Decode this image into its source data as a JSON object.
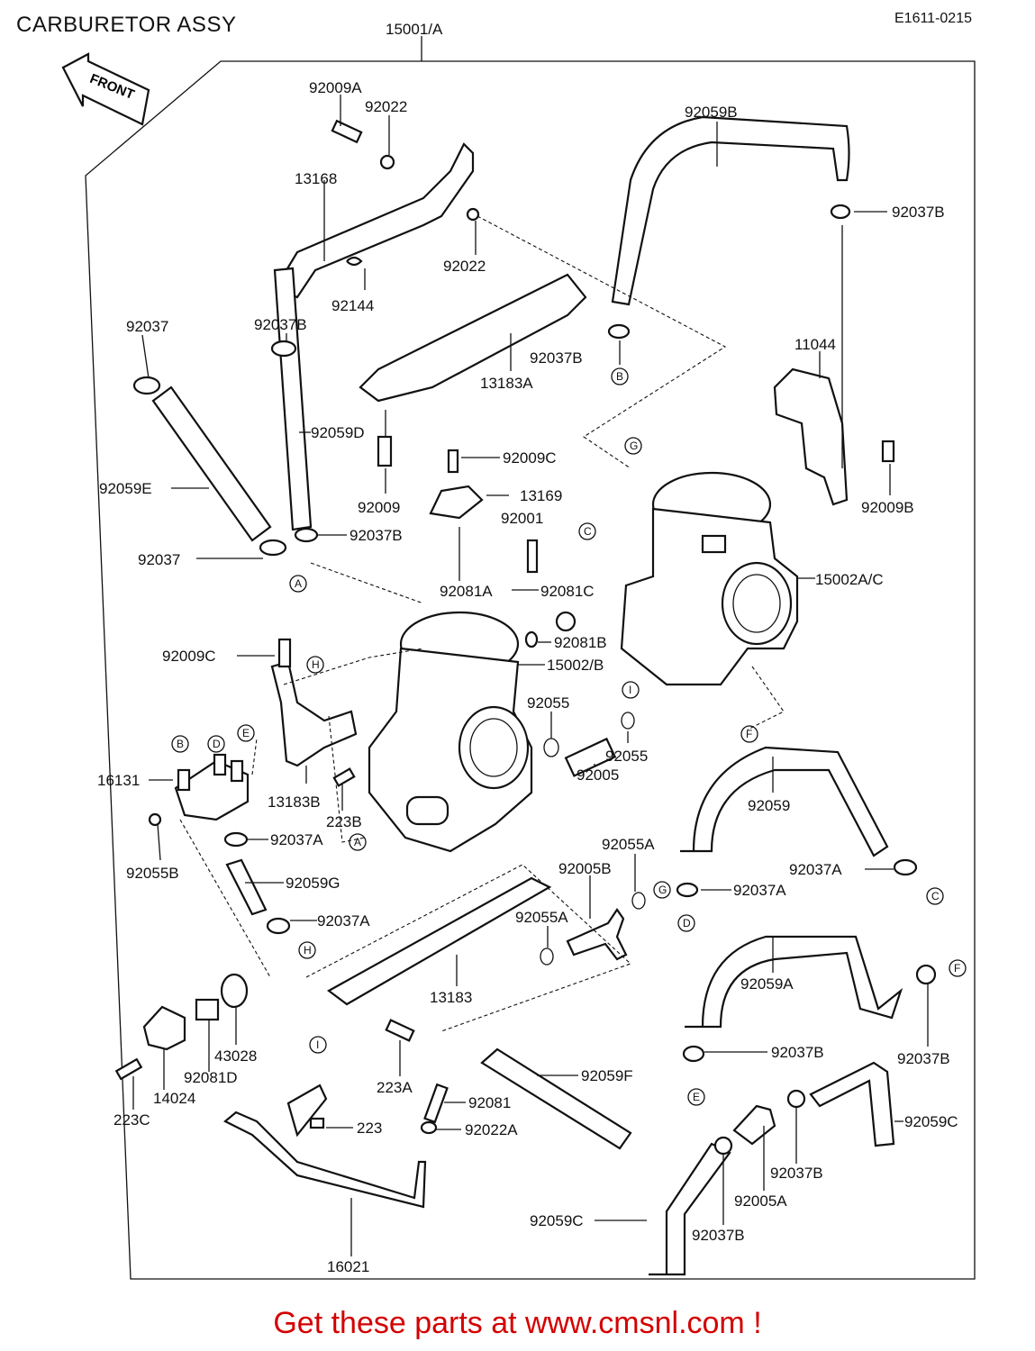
{
  "header": {
    "title": "CARBURETOR ASSY",
    "diagram_code": "E1611-0215"
  },
  "front_arrow": {
    "label": "FRONT"
  },
  "callouts": [
    {
      "id": "15001A",
      "text": "15001/A"
    },
    {
      "id": "92009A",
      "text": "92009A"
    },
    {
      "id": "92022a",
      "text": "92022"
    },
    {
      "id": "13168",
      "text": "13168"
    },
    {
      "id": "92022b",
      "text": "92022"
    },
    {
      "id": "92144",
      "text": "92144"
    },
    {
      "id": "92059B",
      "text": "92059B"
    },
    {
      "id": "92037B_1",
      "text": "92037B"
    },
    {
      "id": "92037",
      "text": "92037"
    },
    {
      "id": "92037B_2",
      "text": "92037B"
    },
    {
      "id": "92037B_3",
      "text": "92037B"
    },
    {
      "id": "13183A",
      "text": "13183A"
    },
    {
      "id": "11044",
      "text": "11044"
    },
    {
      "id": "92059D",
      "text": "92059D"
    },
    {
      "id": "92059E",
      "text": "92059E"
    },
    {
      "id": "92009C_1",
      "text": "92009C"
    },
    {
      "id": "13169",
      "text": "13169"
    },
    {
      "id": "92009B",
      "text": "92009B"
    },
    {
      "id": "92009",
      "text": "92009"
    },
    {
      "id": "92001",
      "text": "92001"
    },
    {
      "id": "92037_2",
      "text": "92037"
    },
    {
      "id": "92037B_4",
      "text": "92037B"
    },
    {
      "id": "15002AC",
      "text": "15002A/C"
    },
    {
      "id": "92081A",
      "text": "92081A"
    },
    {
      "id": "92081C",
      "text": "92081C"
    },
    {
      "id": "92009C_2",
      "text": "92009C"
    },
    {
      "id": "92081B",
      "text": "92081B"
    },
    {
      "id": "15002B",
      "text": "15002/B"
    },
    {
      "id": "92055",
      "text": "92055"
    },
    {
      "id": "92055_2",
      "text": "92055"
    },
    {
      "id": "16131",
      "text": "16131"
    },
    {
      "id": "92005",
      "text": "92005"
    },
    {
      "id": "92059",
      "text": "92059"
    },
    {
      "id": "13183B",
      "text": "13183B"
    },
    {
      "id": "223B",
      "text": "223B"
    },
    {
      "id": "92037A_1",
      "text": "92037A"
    },
    {
      "id": "92055A_1",
      "text": "92055A"
    },
    {
      "id": "92055B",
      "text": "92055B"
    },
    {
      "id": "92005B",
      "text": "92005B"
    },
    {
      "id": "92037A_2",
      "text": "92037A"
    },
    {
      "id": "92059G",
      "text": "92059G"
    },
    {
      "id": "92037A_3",
      "text": "92037A"
    },
    {
      "id": "92055A_2",
      "text": "92055A"
    },
    {
      "id": "92037A_4",
      "text": "92037A"
    },
    {
      "id": "92059A",
      "text": "92059A"
    },
    {
      "id": "13183",
      "text": "13183"
    },
    {
      "id": "43028",
      "text": "43028"
    },
    {
      "id": "92081D",
      "text": "92081D"
    },
    {
      "id": "14024",
      "text": "14024"
    },
    {
      "id": "223C",
      "text": "223C"
    },
    {
      "id": "223A",
      "text": "223A"
    },
    {
      "id": "92037B_5",
      "text": "92037B"
    },
    {
      "id": "92037B_6",
      "text": "92037B"
    },
    {
      "id": "92059F",
      "text": "92059F"
    },
    {
      "id": "92081",
      "text": "92081"
    },
    {
      "id": "223",
      "text": "223"
    },
    {
      "id": "92022A",
      "text": "92022A"
    },
    {
      "id": "92059C_1",
      "text": "92059C"
    },
    {
      "id": "92037B_7",
      "text": "92037B"
    },
    {
      "id": "92005A",
      "text": "92005A"
    },
    {
      "id": "92059C_2",
      "text": "92059C"
    },
    {
      "id": "92037B_8",
      "text": "92037B"
    },
    {
      "id": "16021",
      "text": "16021"
    }
  ],
  "reference_markers": [
    "A",
    "B",
    "C",
    "D",
    "E",
    "F",
    "G",
    "H",
    "I"
  ],
  "footer": {
    "text": "Get these parts at www.cmsnl.com !"
  }
}
